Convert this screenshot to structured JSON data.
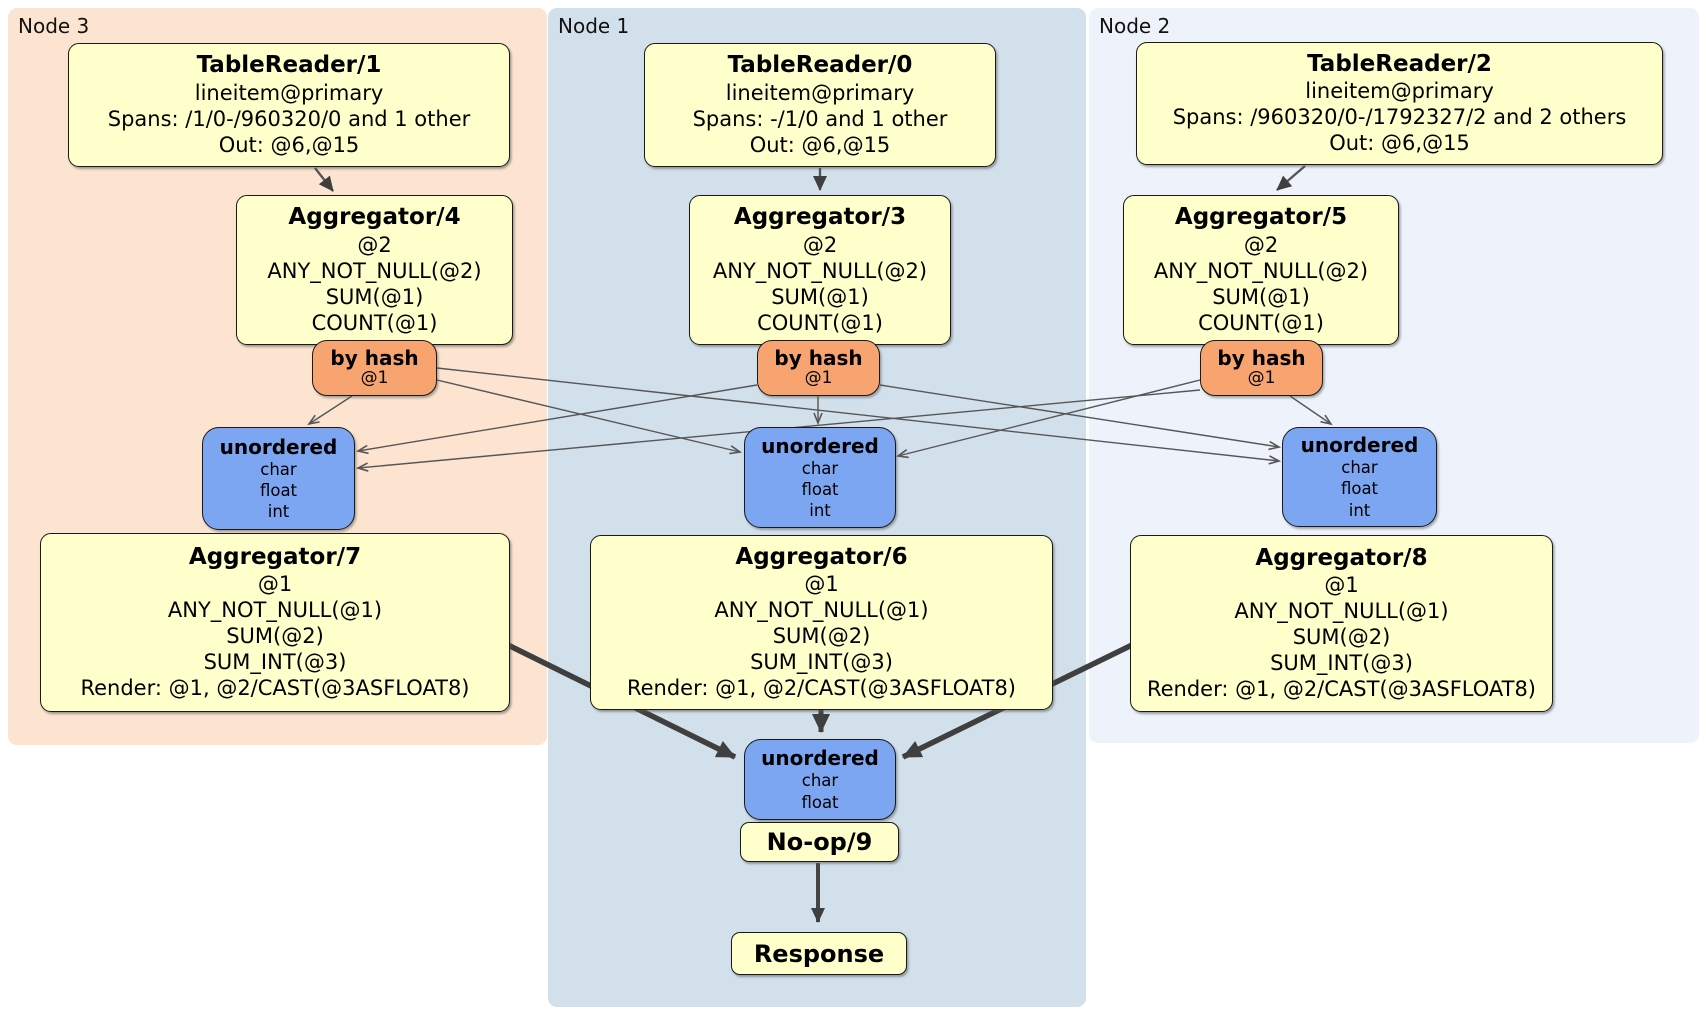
{
  "regions": {
    "node3": {
      "label": "Node 3"
    },
    "node1": {
      "label": "Node 1"
    },
    "node2": {
      "label": "Node 2"
    }
  },
  "processors": {
    "tablereader1": {
      "title": "TableReader/1",
      "lines": [
        "lineitem@primary",
        "Spans: /1/0-/960320/0 and 1 other",
        "Out: @6,@15"
      ]
    },
    "tablereader0": {
      "title": "TableReader/0",
      "lines": [
        "lineitem@primary",
        "Spans: -/1/0 and 1 other",
        "Out: @6,@15"
      ]
    },
    "tablereader2": {
      "title": "TableReader/2",
      "lines": [
        "lineitem@primary",
        "Spans: /960320/0-/1792327/2 and 2 others",
        "Out: @6,@15"
      ]
    },
    "aggregator4": {
      "title": "Aggregator/4",
      "lines": [
        "@2",
        "ANY_NOT_NULL(@2)",
        "SUM(@1)",
        "COUNT(@1)"
      ]
    },
    "aggregator3": {
      "title": "Aggregator/3",
      "lines": [
        "@2",
        "ANY_NOT_NULL(@2)",
        "SUM(@1)",
        "COUNT(@1)"
      ]
    },
    "aggregator5": {
      "title": "Aggregator/5",
      "lines": [
        "@2",
        "ANY_NOT_NULL(@2)",
        "SUM(@1)",
        "COUNT(@1)"
      ]
    },
    "aggregator7": {
      "title": "Aggregator/7",
      "lines": [
        "@1",
        "ANY_NOT_NULL(@1)",
        "SUM(@2)",
        "SUM_INT(@3)",
        "Render: @1, @2/CAST(@3ASFLOAT8)"
      ]
    },
    "aggregator6": {
      "title": "Aggregator/6",
      "lines": [
        "@1",
        "ANY_NOT_NULL(@1)",
        "SUM(@2)",
        "SUM_INT(@3)",
        "Render: @1, @2/CAST(@3ASFLOAT8)"
      ]
    },
    "aggregator8": {
      "title": "Aggregator/8",
      "lines": [
        "@1",
        "ANY_NOT_NULL(@1)",
        "SUM(@2)",
        "SUM_INT(@3)",
        "Render: @1, @2/CAST(@3ASFLOAT8)"
      ]
    },
    "noop": {
      "title": "No-op/9"
    },
    "response": {
      "title": "Response"
    }
  },
  "routers": {
    "node3": {
      "title": "by hash",
      "detail": "@1"
    },
    "node1": {
      "title": "by hash",
      "detail": "@1"
    },
    "node2": {
      "title": "by hash",
      "detail": "@1"
    }
  },
  "syncs": {
    "node3": {
      "title": "unordered",
      "lines": [
        "char",
        "float",
        "int"
      ]
    },
    "node1": {
      "title": "unordered",
      "lines": [
        "char",
        "float",
        "int"
      ]
    },
    "node2": {
      "title": "unordered",
      "lines": [
        "char",
        "float",
        "int"
      ]
    },
    "final": {
      "title": "unordered",
      "lines": [
        "char",
        "float"
      ]
    }
  },
  "colors": {
    "node3_bg": "#fce4d0",
    "node1_bg": "#d2e0eb",
    "node2_bg": "#eef2fa",
    "processor_bg": "#ffffcc",
    "router_bg": "#f7a470",
    "sync_bg": "#7ca6f2",
    "edge_thin": "#565656",
    "edge_thick": "#3f3f3f"
  }
}
